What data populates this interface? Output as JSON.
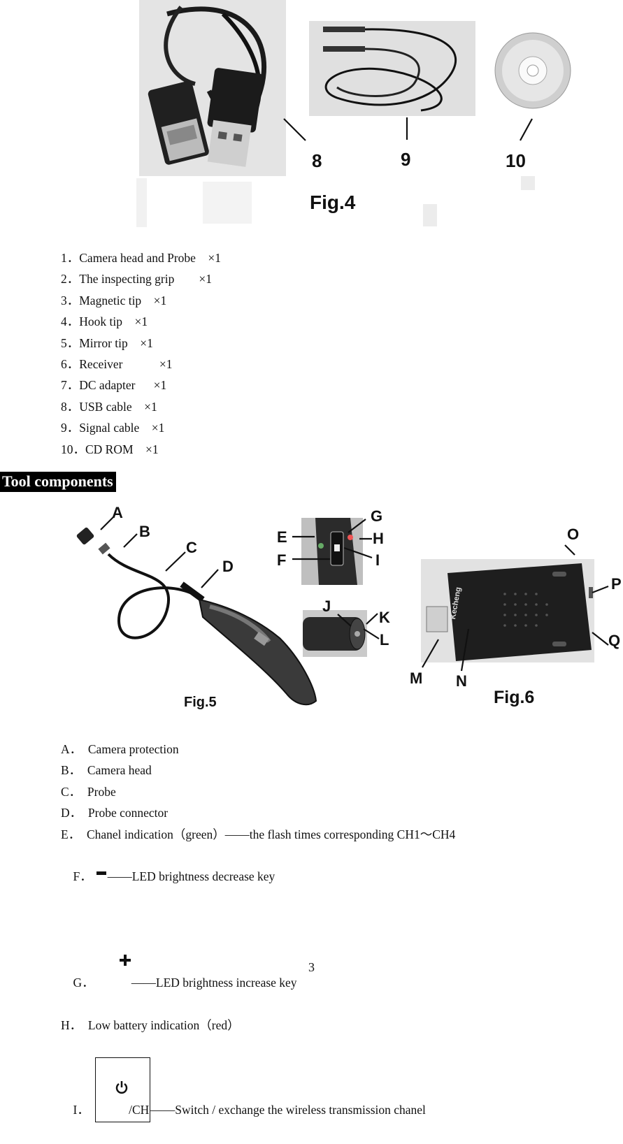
{
  "fig4": {
    "label": "Fig.4",
    "callouts": [
      "8",
      "9",
      "10"
    ],
    "usb_icon": "usb-cable-photo",
    "signal_icon": "signal-cable-photo",
    "cd_icon": "cd-rom-photo"
  },
  "package_list": [
    "1．Camera head and Probe    ×1",
    "2．The inspecting grip        ×1",
    "3．Magnetic tip    ×1",
    "4．Hook tip    ×1",
    "5．Mirror tip    ×1",
    "6．Receiver            ×1",
    "7．DC adapter      ×1",
    "8．USB cable    ×1",
    "9．Signal cable    ×1",
    "10．CD ROM    ×1"
  ],
  "section_heading": "Tool components",
  "fig5": {
    "label": "Fig.5",
    "callouts": [
      "A",
      "B",
      "C",
      "D",
      "E",
      "F",
      "G",
      "H",
      "I",
      "J",
      "K",
      "L"
    ]
  },
  "fig6": {
    "label": "Fig.6",
    "callouts": [
      "M",
      "N",
      "O",
      "P",
      "Q"
    ],
    "brand": "Kecheng"
  },
  "components": {
    "A": "A．  Camera protection",
    "B": "B．  Camera head",
    "C": "C．  Probe",
    "D": "D．  Probe connector",
    "E": "E．  Chanel indication（green）——the flash times corresponding CH1～CH4",
    "F_prefix": "F．",
    "F_text": "——LED brightness decrease key",
    "G_prefix": "G．",
    "G_text": "——LED brightness increase key",
    "H": "H．  Low battery indication（red）",
    "I_prefix": "I．",
    "I_key": "/CH",
    "I_text": "——Switch / exchange the wireless transmission chanel"
  },
  "page_number": "3"
}
